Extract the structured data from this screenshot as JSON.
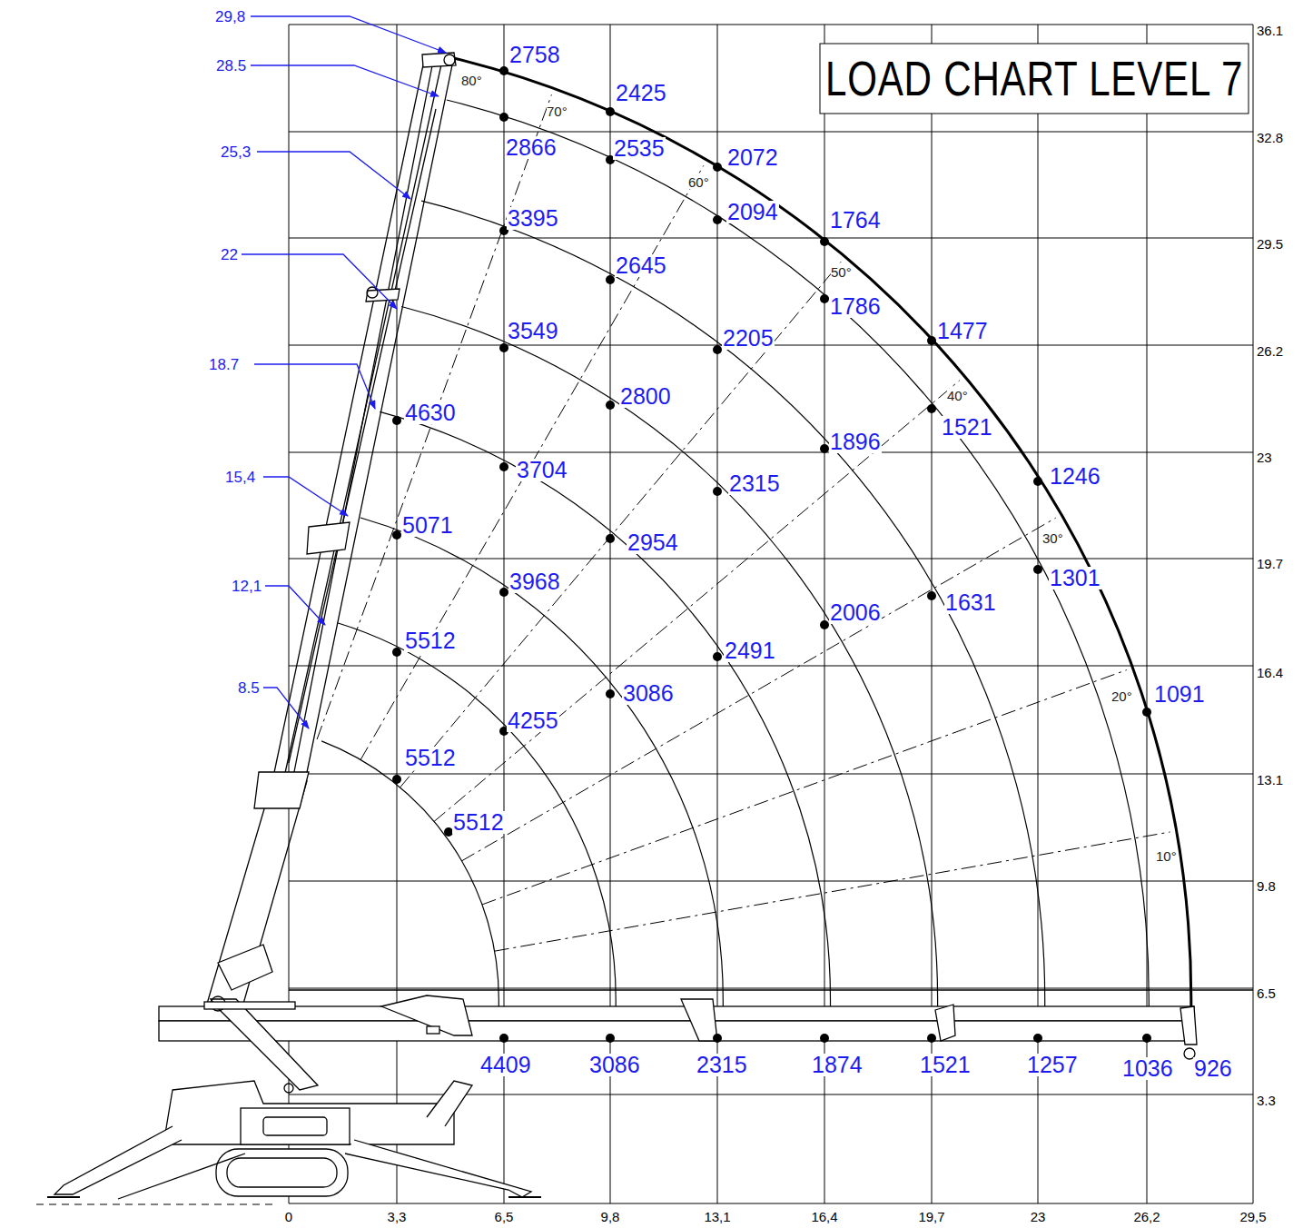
{
  "diagram": {
    "title": "LOAD CHART LEVEL 7",
    "labels": [
      "29,8",
      "28.5",
      "25,3",
      "22",
      "18.7",
      "15,4",
      "12,1",
      "8.5",
      "2758",
      "2425",
      "2072",
      "1764",
      "1477",
      "1246",
      "1091",
      "2866",
      "2535",
      "2094",
      "1786",
      "1521",
      "1301",
      "3395",
      "2645",
      "2205",
      "1896",
      "1631",
      "3549",
      "2800",
      "2315",
      "2006",
      "4630",
      "3704",
      "2954",
      "2491",
      "5071",
      "3968",
      "3086",
      "5512",
      "4255",
      "5512",
      "5512",
      "4409",
      "3086",
      "2315",
      "1874",
      "1521",
      "1257",
      "1036",
      "926",
      "80°",
      "70°",
      "60°",
      "50°",
      "40°",
      "30°",
      "20°",
      "10°",
      "36.1",
      "32.8",
      "29.5",
      "26.2",
      "23",
      "19.7",
      "16.4",
      "13.1",
      "9.8",
      "6.5",
      "3.3",
      "0",
      "3,3",
      "6,5",
      "9,8",
      "13,1",
      "16,4",
      "19,7",
      "23",
      "26,2",
      "29,5"
    ]
  }
}
